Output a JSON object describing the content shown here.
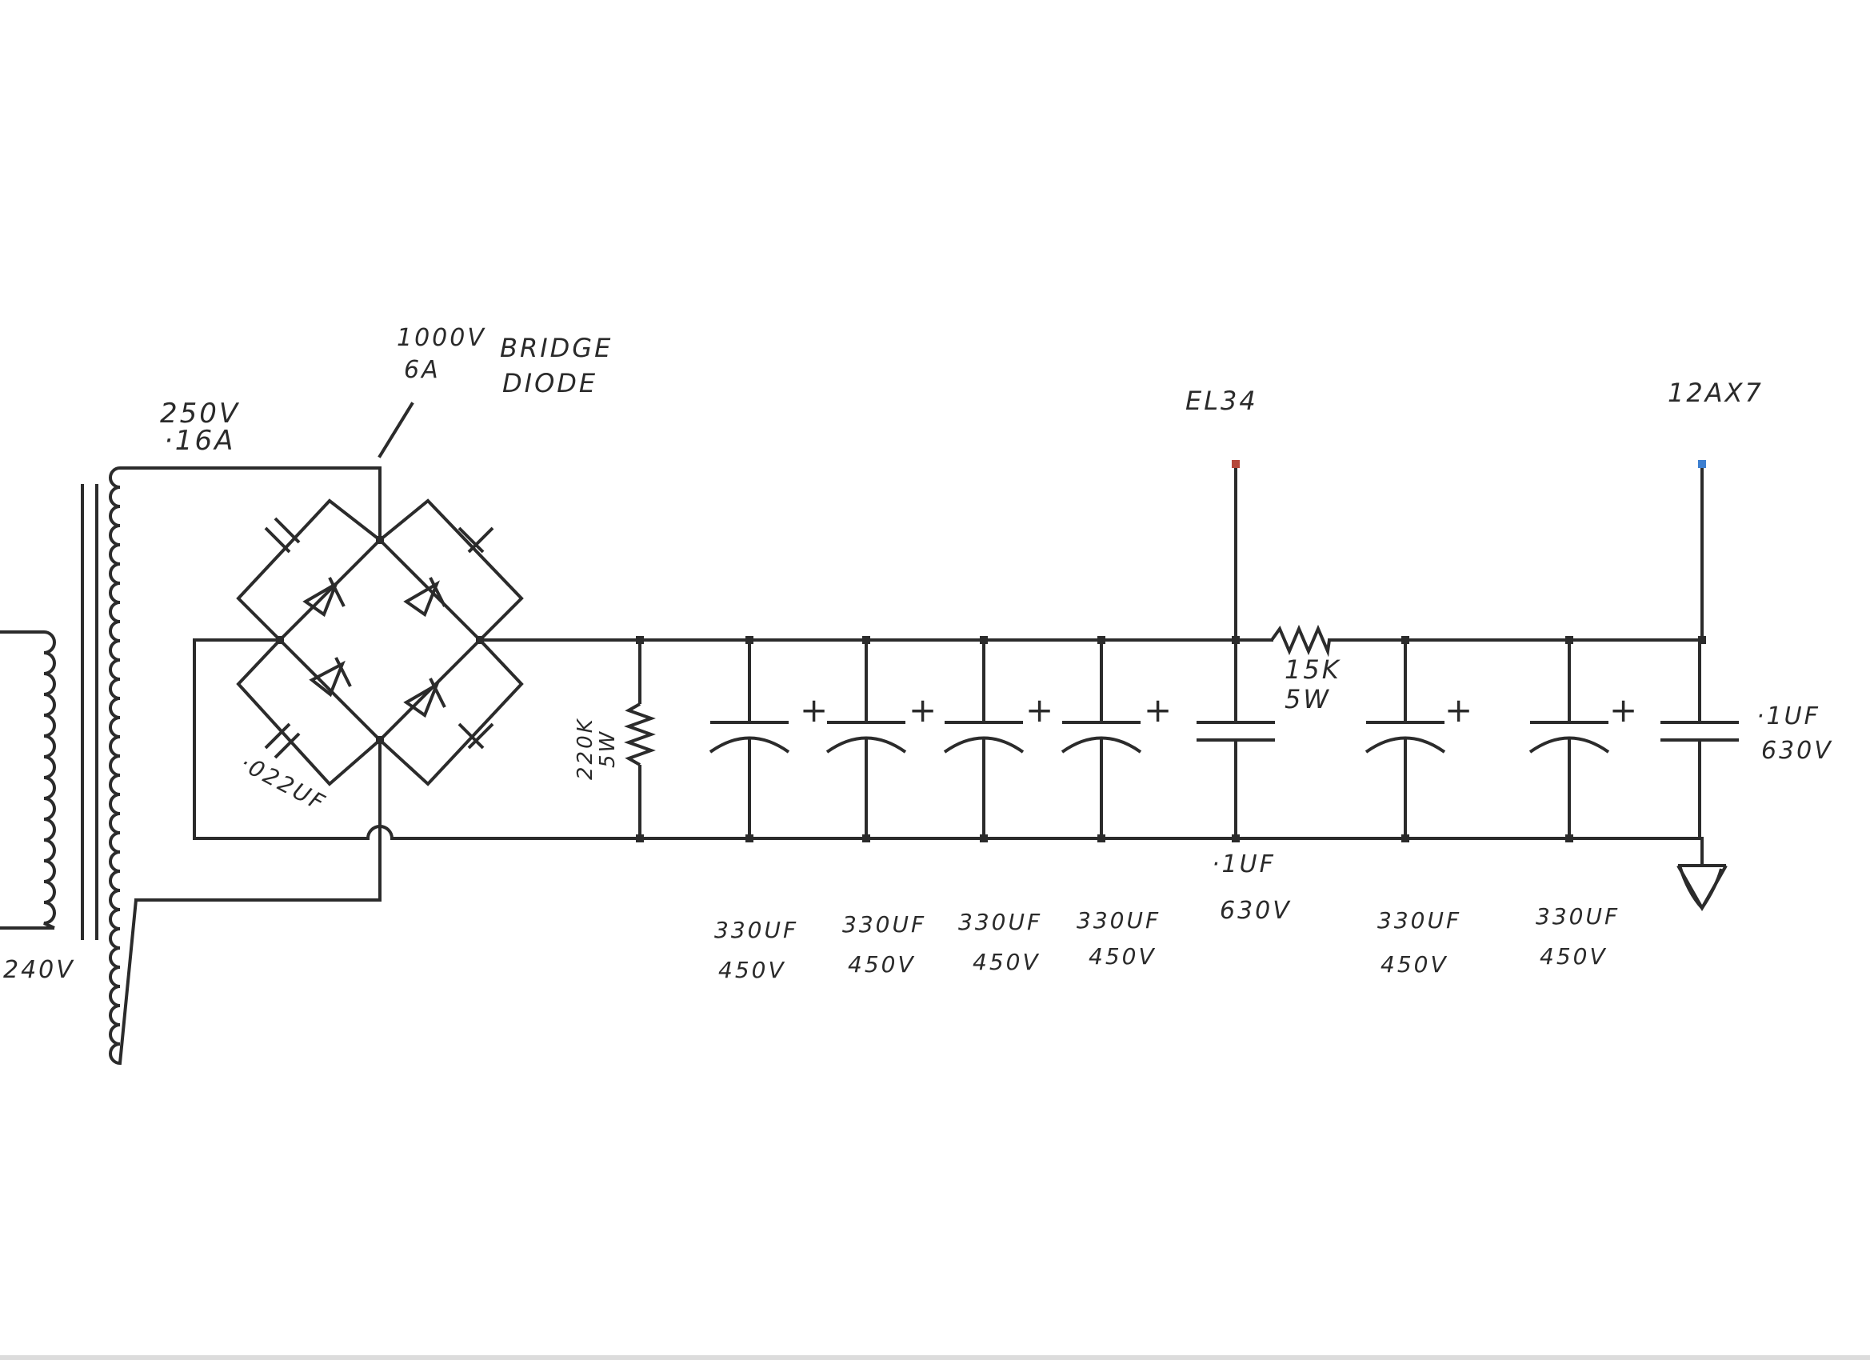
{
  "labels": {
    "primary_voltage": "240V",
    "secondary_rating_line1": "250V",
    "secondary_rating_line2": "·16A",
    "bridge_rating_line1": "1000V",
    "bridge_rating_line2": "6A",
    "bridge_name_line1": "BRIDGE",
    "bridge_name_line2": "DIODE",
    "snubber_cap": "·022UF",
    "bleeder_resistor_line1": "220K",
    "bleeder_resistor_line2": "5W",
    "el34_tap": "EL34",
    "preamp_tap": "12AX7",
    "dropping_resistor_line1": "15K",
    "dropping_resistor_line2": "5W",
    "film_cap_1_line1": "·1UF",
    "film_cap_1_line2": "630V",
    "film_cap_2_line1": "·1UF",
    "film_cap_2_line2": "630V",
    "electrolytics": [
      {
        "value": "330UF",
        "voltage": "450V"
      },
      {
        "value": "330UF",
        "voltage": "450V"
      },
      {
        "value": "330UF",
        "voltage": "450V"
      },
      {
        "value": "330UF",
        "voltage": "450V"
      },
      {
        "value": "330UF",
        "voltage": "450V"
      },
      {
        "value": "330UF",
        "voltage": "450V"
      }
    ],
    "plus_sign": "+"
  },
  "colors": {
    "el34_tap_marker": "#b5483a",
    "preamp_tap_marker": "#3d7fd0",
    "ink": "#2b2b2b"
  }
}
